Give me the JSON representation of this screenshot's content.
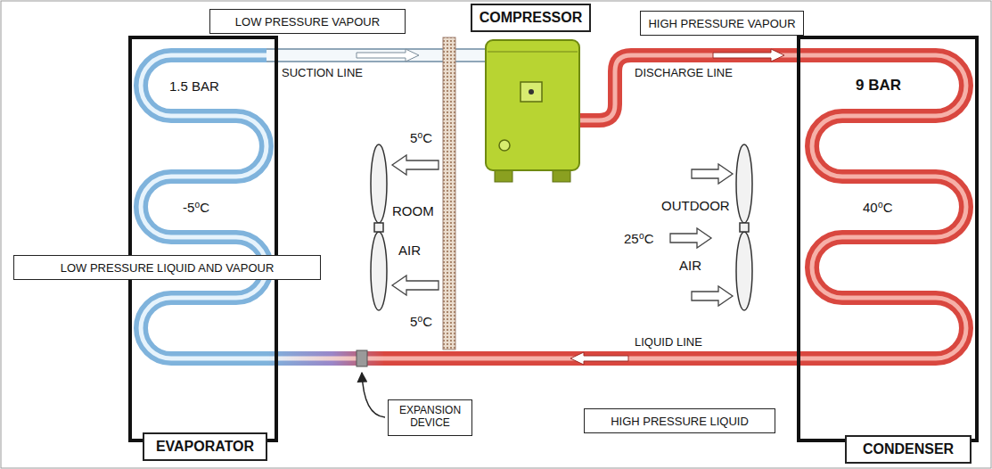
{
  "diagram": {
    "nodes": [
      {
        "text": [
          "LOW PRESSURE VAPOUR"
        ]
      },
      {
        "text": [
          "COMPRESSOR"
        ]
      },
      {
        "text": [
          "HIGH PRESSURE VAPOUR"
        ]
      },
      {
        "text": [
          "LOW PRESSURE LIQUID AND VAPOUR"
        ]
      },
      {
        "text": [
          "EXPANSION DEVICE"
        ]
      },
      {
        "text": [
          "HIGH PRESSURE LIQUID"
        ]
      },
      {
        "text": [
          "EVAPORATOR"
        ]
      },
      {
        "text": [
          "CONDENSER"
        ]
      }
    ],
    "labels": [
      "SUCTION LINE",
      "5⁰C",
      "ROOM",
      "AIR",
      "5⁰C",
      "1.5 BAR",
      "-5⁰C",
      "DISCHARGE LINE",
      "9 BAR",
      "OUTDOOR",
      "25⁰C",
      "AIR",
      "40⁰C",
      "LIQUID LINE"
    ]
  }
}
